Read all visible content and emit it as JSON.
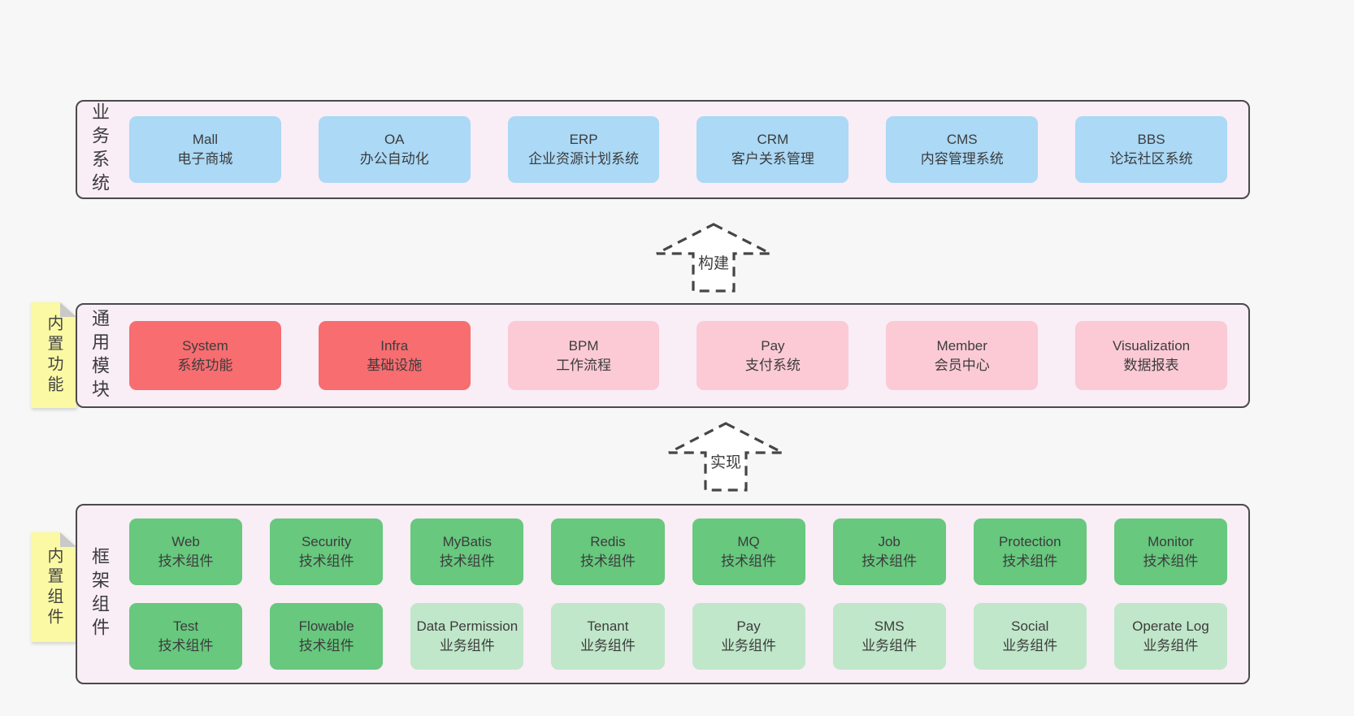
{
  "colors": {
    "page_bg": "#f7f7f7",
    "band_bg": "#f9edf6",
    "band_border": "#4a4a4a",
    "box_blue": "#abd9f6",
    "box_red": "#f76d70",
    "box_pink": "#fbcad5",
    "box_green_dark": "#67c87e",
    "box_green_light": "#c0e7ca",
    "note_yellow": "#fbf9a3",
    "note_fold_grey": "#c9c9c9",
    "text": "#3c3c3c"
  },
  "bands": [
    {
      "label": "业务系统",
      "boxes": [
        {
          "name": "Mall",
          "desc": "电子商城"
        },
        {
          "name": "OA",
          "desc": "办公自动化"
        },
        {
          "name": "ERP",
          "desc": "企业资源计划系统"
        },
        {
          "name": "CRM",
          "desc": "客户关系管理"
        },
        {
          "name": "CMS",
          "desc": "内容管理系统"
        },
        {
          "name": "BBS",
          "desc": "论坛社区系统"
        }
      ]
    },
    {
      "label": "通用模块",
      "note": "内置功能",
      "boxes": [
        {
          "name": "System",
          "desc": "系统功能"
        },
        {
          "name": "Infra",
          "desc": "基础设施"
        },
        {
          "name": "BPM",
          "desc": "工作流程"
        },
        {
          "name": "Pay",
          "desc": "支付系统"
        },
        {
          "name": "Member",
          "desc": "会员中心"
        },
        {
          "name": "Visualization",
          "desc": "数据报表"
        }
      ]
    },
    {
      "label": "框架组件",
      "note": "内置组件",
      "rows": [
        {
          "boxes": [
            {
              "name": "Web",
              "desc": "技术组件"
            },
            {
              "name": "Security",
              "desc": "技术组件"
            },
            {
              "name": "MyBatis",
              "desc": "技术组件"
            },
            {
              "name": "Redis",
              "desc": "技术组件"
            },
            {
              "name": "MQ",
              "desc": "技术组件"
            },
            {
              "name": "Job",
              "desc": "技术组件"
            },
            {
              "name": "Protection",
              "desc": "技术组件"
            },
            {
              "name": "Monitor",
              "desc": "技术组件"
            }
          ]
        },
        {
          "boxes": [
            {
              "name": "Test",
              "desc": "技术组件"
            },
            {
              "name": "Flowable",
              "desc": "技术组件"
            },
            {
              "name": "Data Permission",
              "desc": "业务组件"
            },
            {
              "name": "Tenant",
              "desc": "业务组件"
            },
            {
              "name": "Pay",
              "desc": "业务组件"
            },
            {
              "name": "SMS",
              "desc": "业务组件"
            },
            {
              "name": "Social",
              "desc": "业务组件"
            },
            {
              "name": "Operate Log",
              "desc": "业务组件"
            }
          ]
        }
      ]
    }
  ],
  "arrows": [
    {
      "label": "构建"
    },
    {
      "label": "实现"
    }
  ]
}
